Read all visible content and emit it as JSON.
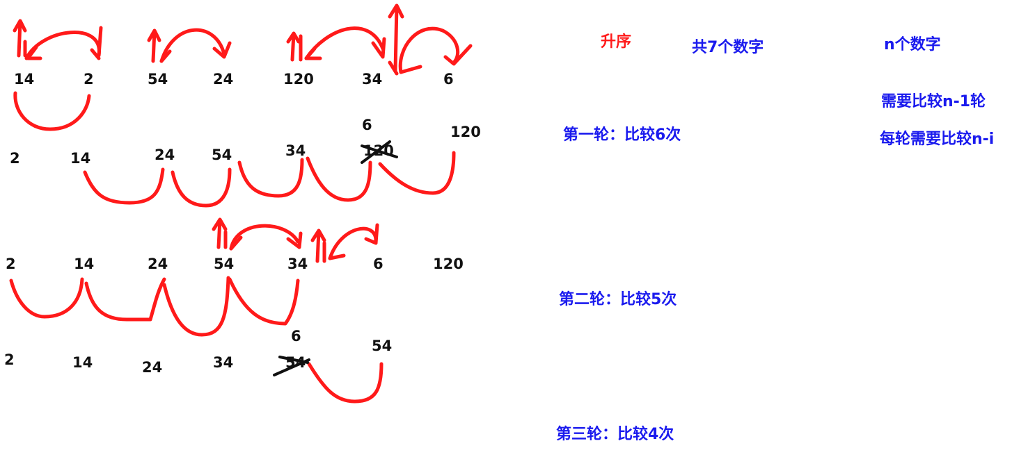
{
  "colors": {
    "stroke": "#ff1a1a",
    "cross": "#111111",
    "notes_red": "#ff1a1a",
    "notes_blue": "#1a1aee"
  },
  "diagram": {
    "rows": [
      {
        "id": "initial",
        "numbers": [
          "14",
          "2",
          "54",
          "24",
          "120",
          "34",
          "6"
        ]
      },
      {
        "id": "round1",
        "numbers": [
          "2",
          "14",
          "24",
          "54",
          "34",
          "120",
          "6",
          "120"
        ]
      },
      {
        "id": "round2-start",
        "numbers": [
          "2",
          "14",
          "24",
          "54",
          "34",
          "6",
          "120"
        ]
      },
      {
        "id": "round2-result",
        "numbers": [
          "2",
          "14",
          "24",
          "34",
          "54",
          "6",
          "54"
        ]
      }
    ]
  },
  "notes": {
    "order": "升序",
    "count": "共7个数字",
    "n_numbers": "n个数字",
    "rounds_needed": "需要比较n-1轮",
    "per_round": "每轮需要比较n-i",
    "round1": "第一轮：比较6次",
    "round2": "第二轮：比较5次",
    "round3": "第三轮：比较4次"
  }
}
